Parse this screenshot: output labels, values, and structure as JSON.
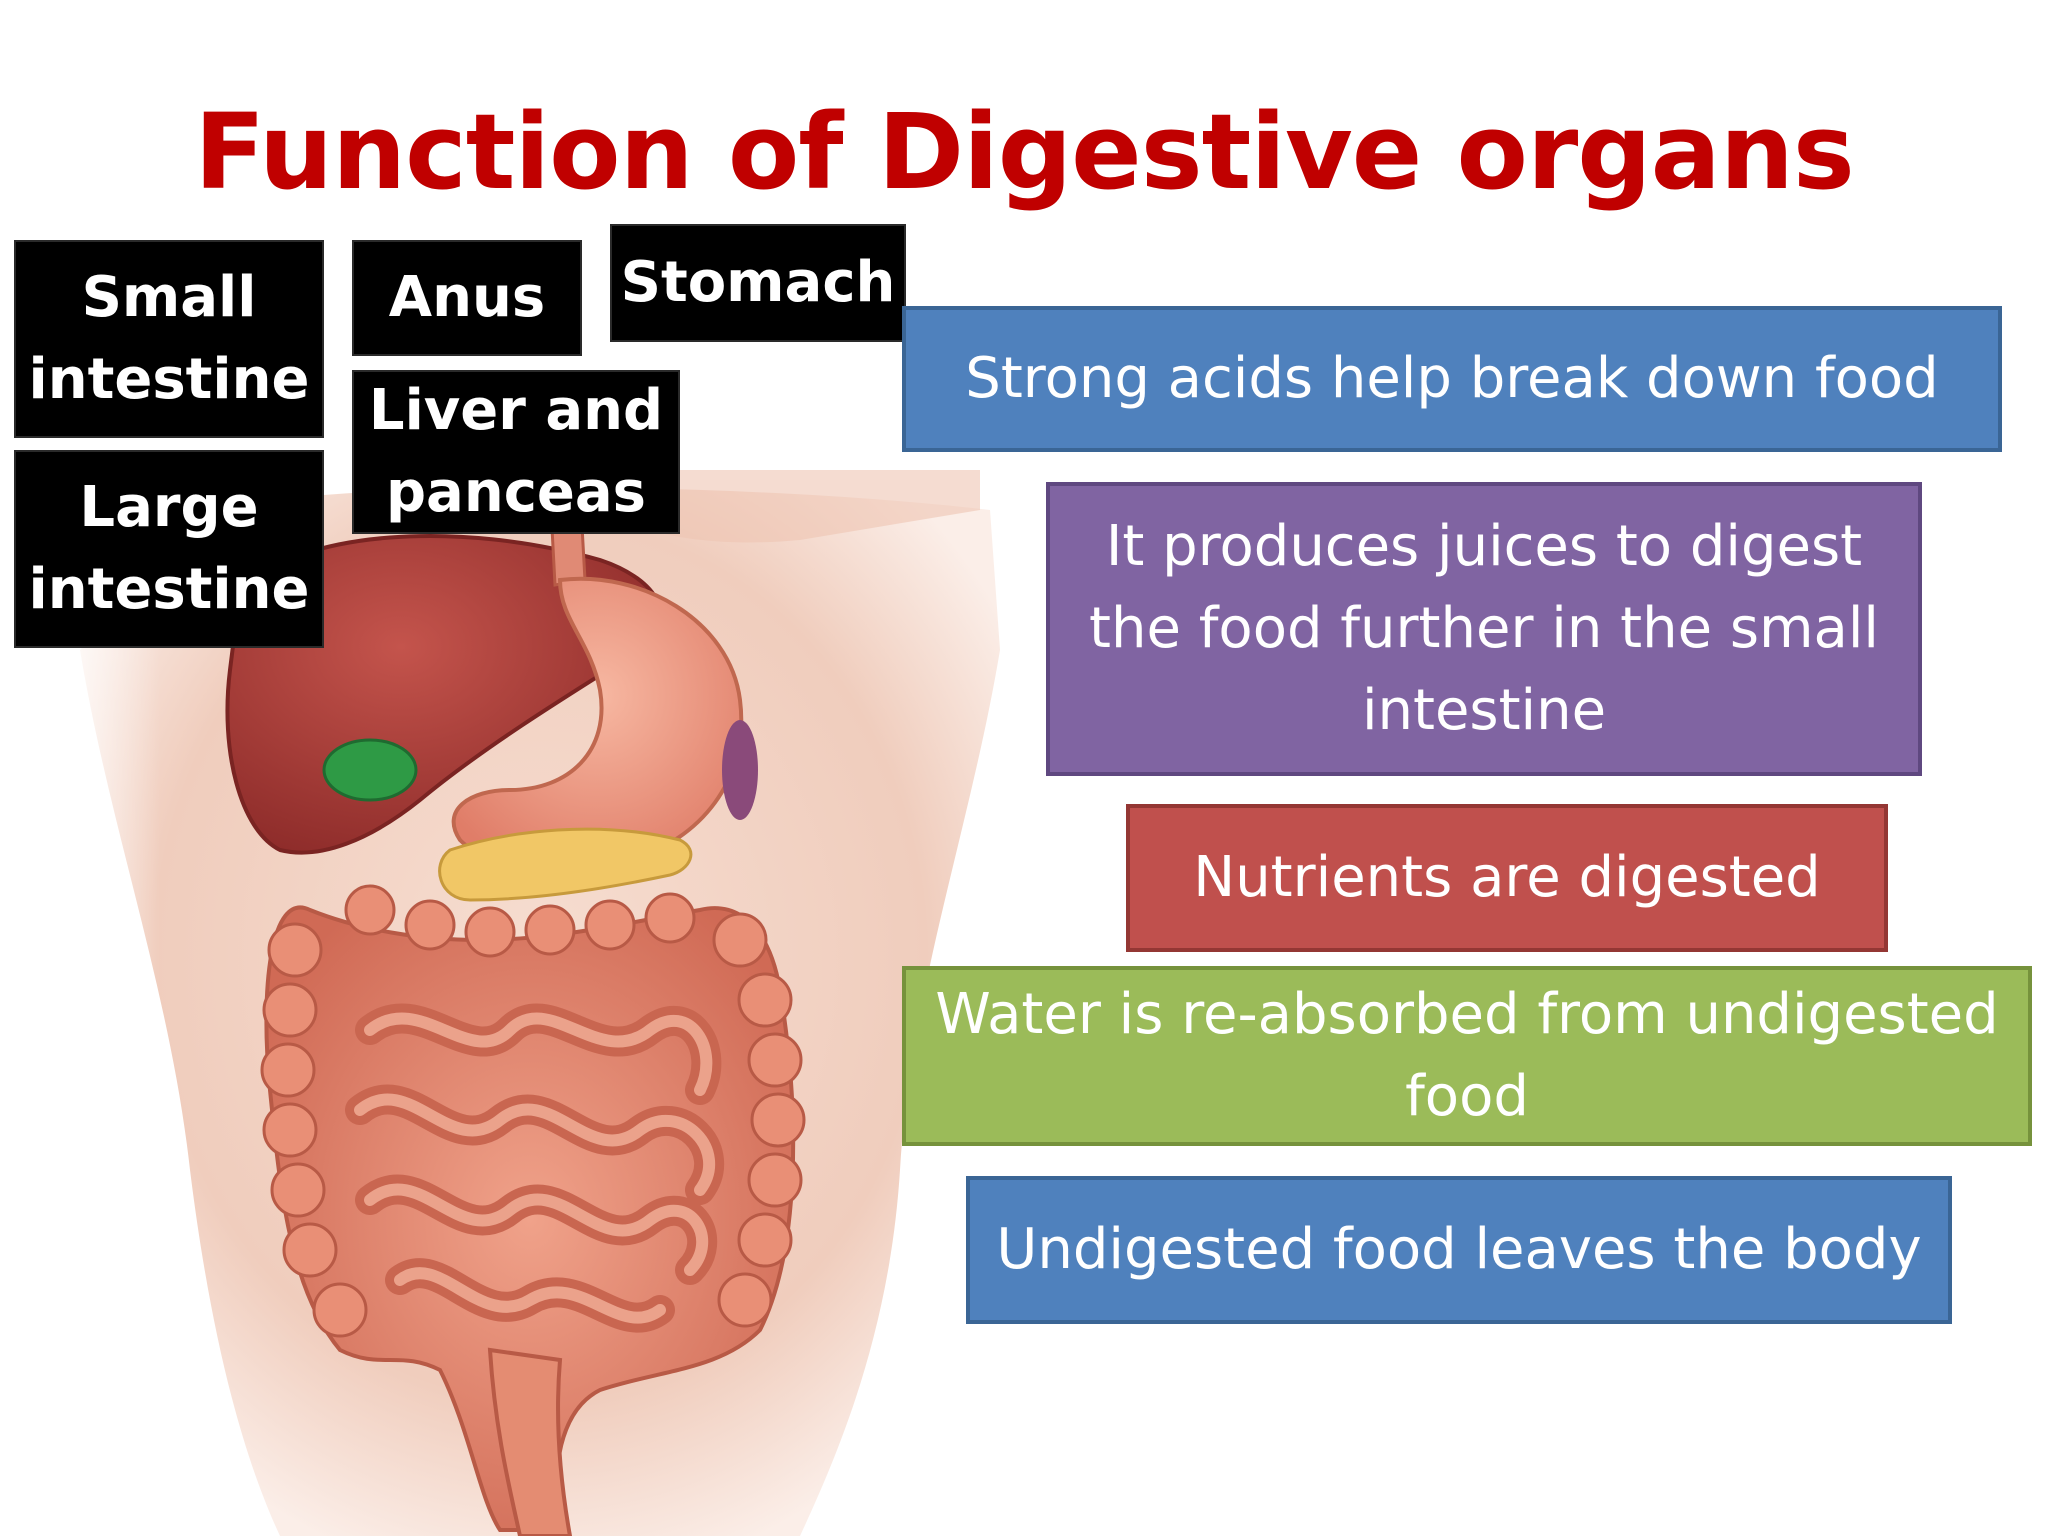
{
  "slide": {
    "title": "Function of Digestive organs"
  },
  "organ_labels": {
    "small_intestine": "Small\nintestine",
    "large_intestine": "Large\nintestine",
    "anus": "Anus",
    "liver_and_pancreas": "Liver and\npanceas",
    "stomach": "Stomach"
  },
  "functions": {
    "strong_acids": "Strong acids  help break down food",
    "produces_juices": "It produces juices to digest the food further in the small intestine",
    "nutrients": "Nutrients are digested",
    "water": "Water is re-absorbed from undigested food",
    "undigested": "Undigested food leaves the body"
  },
  "colors": {
    "title": "#c00000",
    "label_bg": "#000000",
    "blue_box": "#4f81bd",
    "purple_box": "#8064a2",
    "red_box": "#c0504d",
    "green_box": "#9bbb59"
  }
}
